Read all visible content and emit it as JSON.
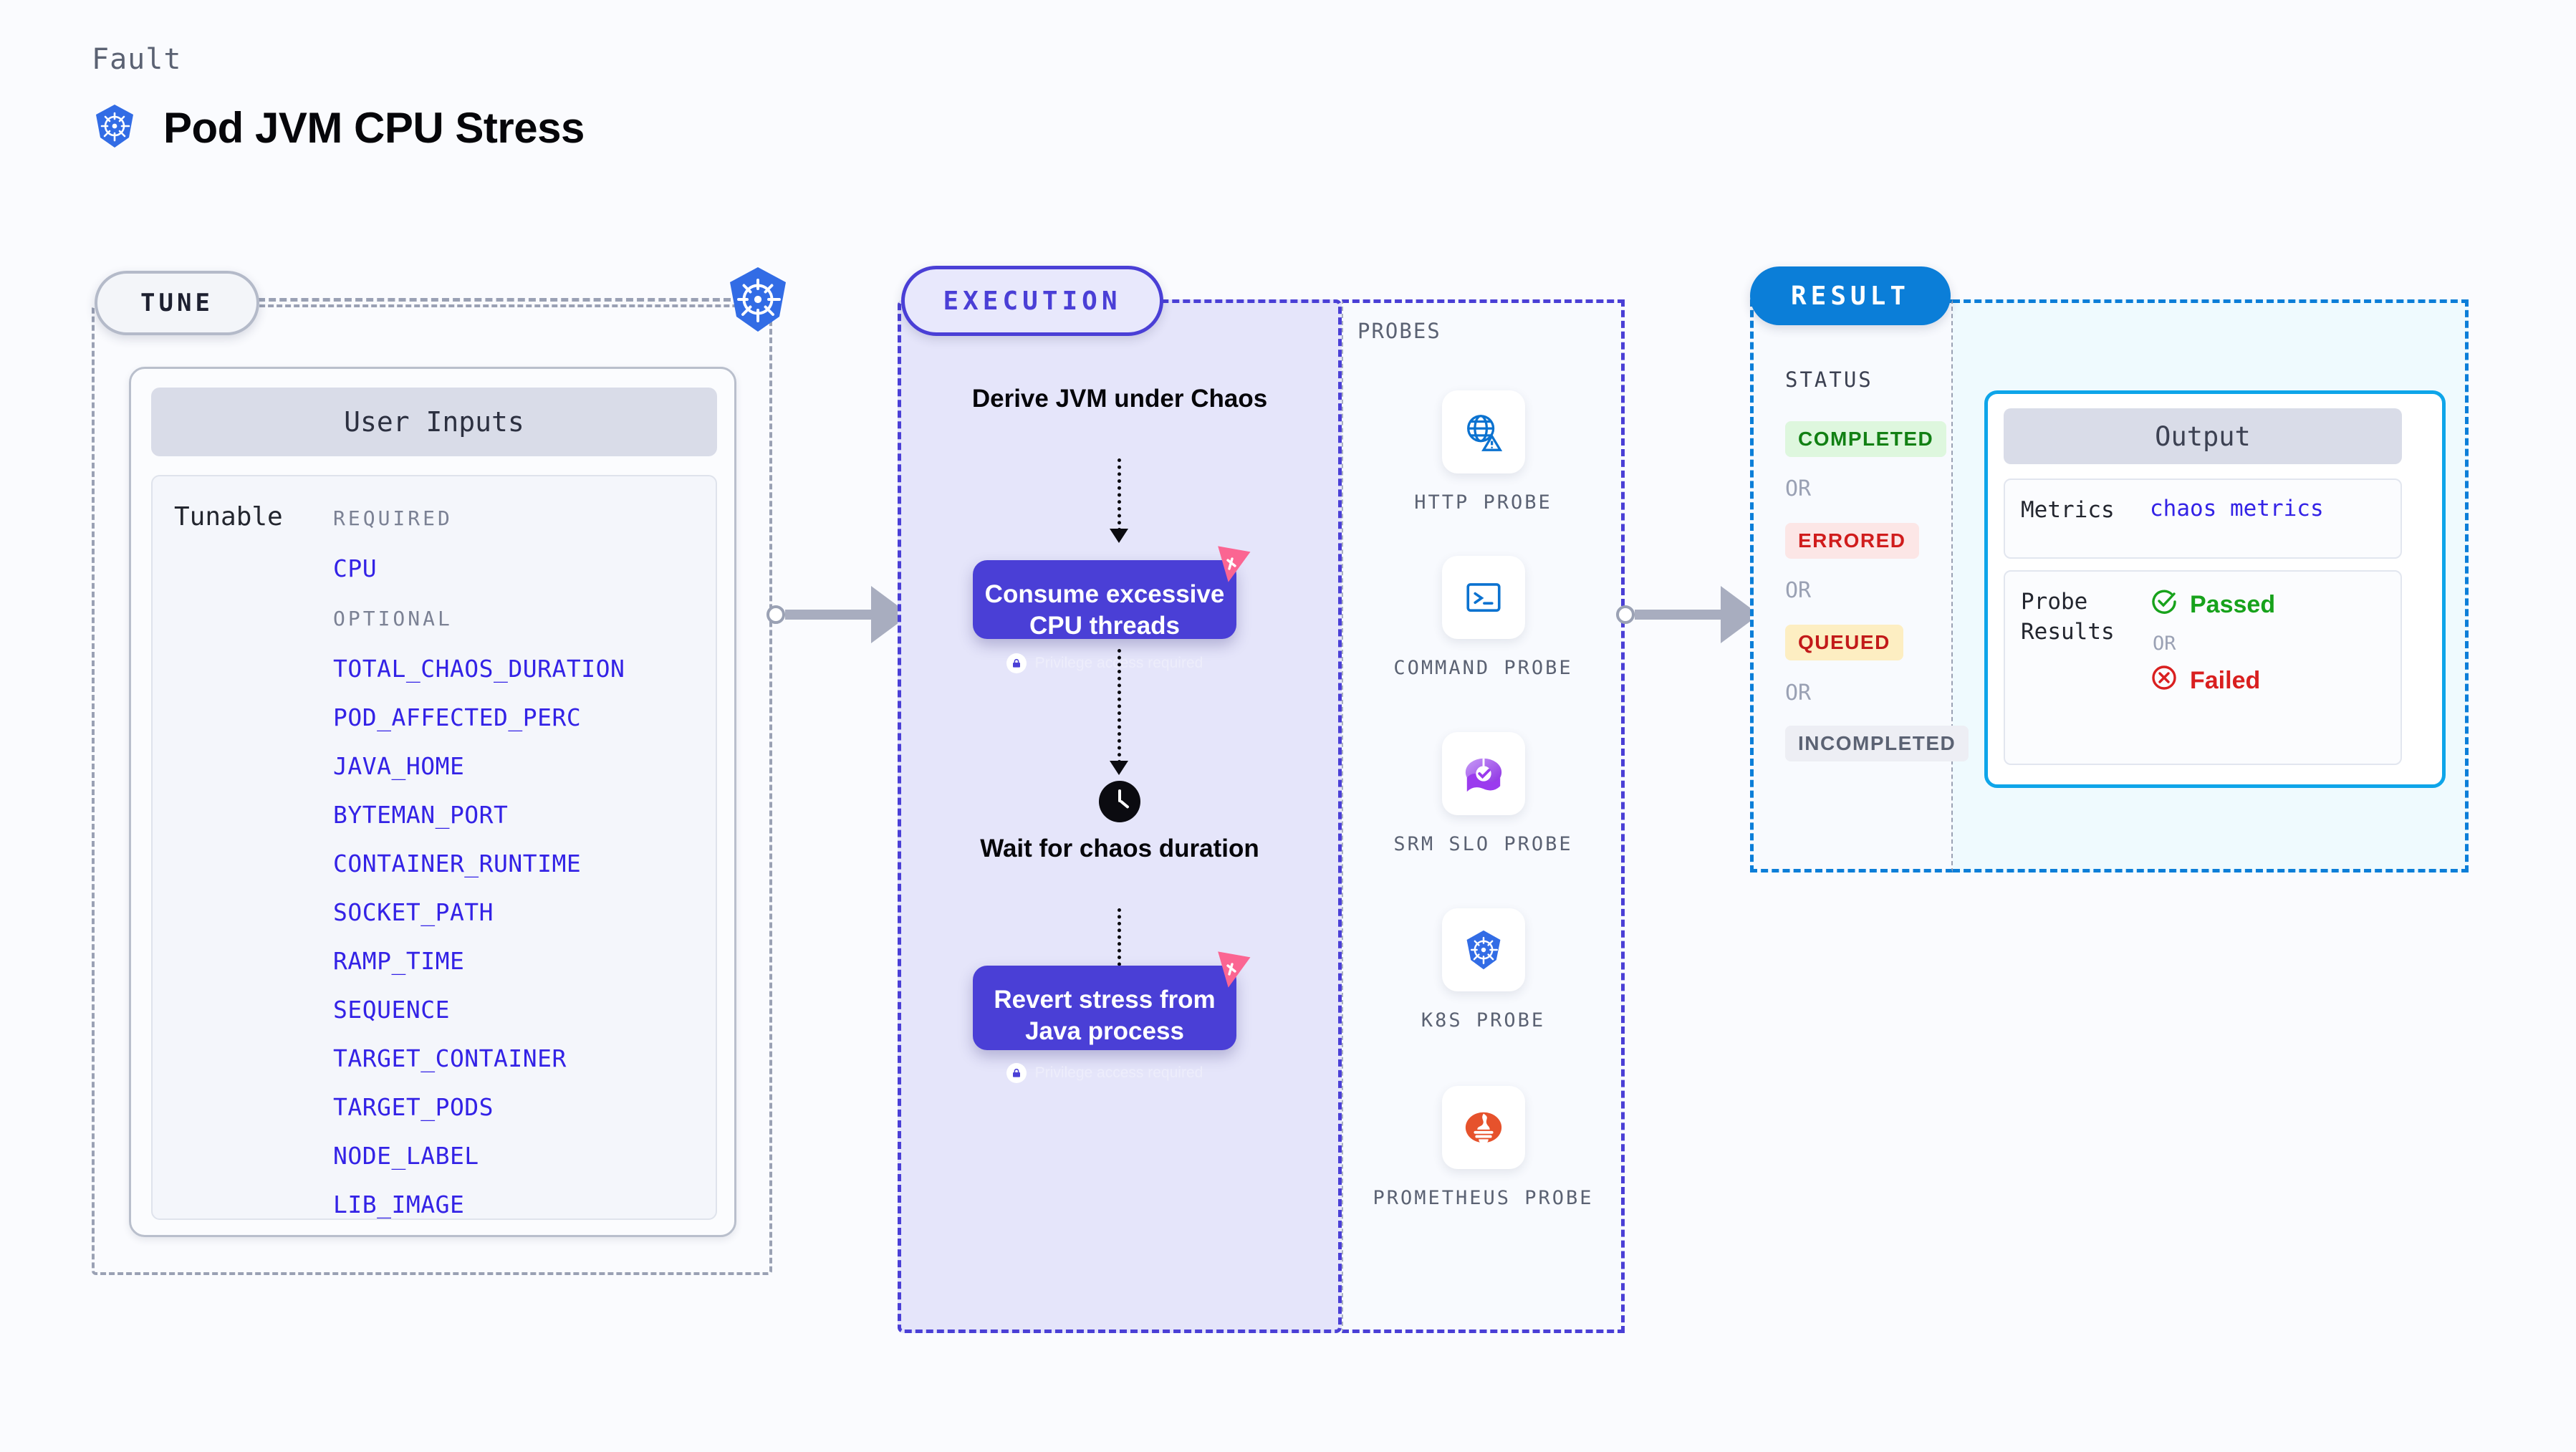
{
  "header": {
    "kicker": "Fault",
    "title": "Pod JVM CPU Stress",
    "icon": "kubernetes-icon"
  },
  "tune": {
    "badge": "TUNE",
    "platform_icon": "kubernetes-icon",
    "card_title": "User Inputs",
    "row_label": "Tunable",
    "required_label": "REQUIRED",
    "optional_label": "OPTIONAL",
    "required": [
      "CPU"
    ],
    "optional": [
      "TOTAL_CHAOS_DURATION",
      "POD_AFFECTED_PERC",
      "JAVA_HOME",
      "BYTEMAN_PORT",
      "CONTAINER_RUNTIME",
      "SOCKET_PATH",
      "RAMP_TIME",
      "SEQUENCE",
      "TARGET_CONTAINER",
      "TARGET_PODS",
      "NODE_LABEL",
      "LIB_IMAGE"
    ]
  },
  "execution": {
    "badge": "EXECUTION",
    "step1": "Derive JVM under Chaos",
    "step2_title": "Consume excessive CPU threads",
    "step2_note": "Privilege access required",
    "step3": "Wait for chaos duration",
    "step4_title": "Revert stress from Java process",
    "step4_note": "Privilege access required",
    "clock_icon": "clock-icon",
    "lock_icon": "lock-icon",
    "harness_icon": "harness-logo-icon"
  },
  "probes": {
    "label": "PROBES",
    "items": [
      {
        "name": "HTTP PROBE",
        "icon": "globe-warning-icon"
      },
      {
        "name": "COMMAND PROBE",
        "icon": "terminal-icon"
      },
      {
        "name": "SRM SLO PROBE",
        "icon": "srm-slo-icon"
      },
      {
        "name": "K8S PROBE",
        "icon": "kubernetes-icon"
      },
      {
        "name": "PROMETHEUS PROBE",
        "icon": "prometheus-icon"
      }
    ]
  },
  "result": {
    "badge": "RESULT",
    "status_label": "STATUS",
    "or_label": "OR",
    "statuses": [
      {
        "text": "COMPLETED",
        "color": "#128014",
        "bg": "#DEF7DE"
      },
      {
        "text": "ERRORED",
        "color": "#D01C1C",
        "bg": "#FCE6E6"
      },
      {
        "text": "QUEUED",
        "color": "#C21A1A",
        "bg": "#FDEEC2"
      },
      {
        "text": "INCOMPLETED",
        "color": "#5b6273",
        "bg": "#EDEEF4"
      }
    ],
    "output": {
      "title": "Output",
      "metrics_key": "Metrics",
      "metrics_value": "chaos metrics",
      "probe_key": "Probe Results",
      "passed": "Passed",
      "failed": "Failed",
      "or_label": "OR",
      "passed_icon": "check-circle-icon",
      "failed_icon": "x-circle-icon"
    }
  },
  "colors": {
    "accent_purple": "#4A3FD6",
    "accent_blue": "#0B7ED8",
    "link_blue": "#3322E6",
    "harness_pink": "#FF5E8A",
    "page_bg": "#FAFBFE"
  }
}
